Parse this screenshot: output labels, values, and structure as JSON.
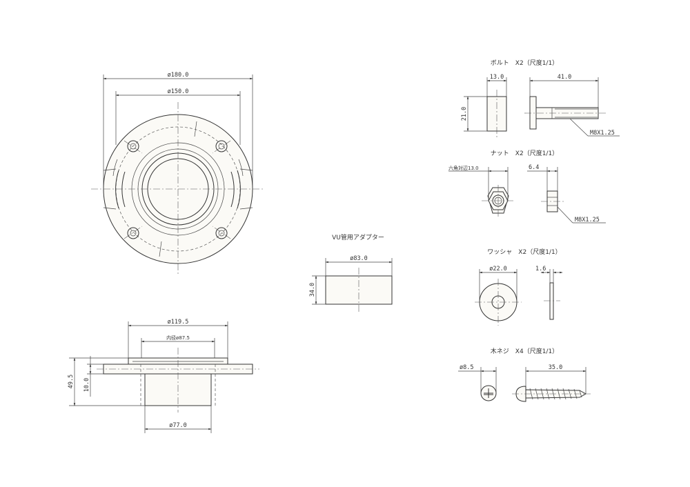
{
  "flange": {
    "dim_outer": "ø180.0",
    "dim_pcd": "ø150.0",
    "dim_top": "ø119.5",
    "dim_inner": "内径ø87.5",
    "dim_bottom": "ø77.0",
    "dim_height": "49.5",
    "dim_thickness": "10.0"
  },
  "adapter": {
    "title": "VU管用アダプター",
    "dim_dia": "ø83.0",
    "dim_height": "34.0"
  },
  "bolt": {
    "title": "ボルト　X2（尺度1/1）",
    "dim_head": "13.0",
    "dim_length": "41.0",
    "dim_height": "21.0",
    "thread": "M8X1.25"
  },
  "nut": {
    "title": "ナット　X2（尺度1/1）",
    "dim_width": "六角対辺13.0",
    "dim_thick": "6.4",
    "thread": "M8X1.25"
  },
  "washer": {
    "title": "ワッシャ　X2（尺度1/1）",
    "dim_dia": "ø22.0",
    "dim_thick": "1.6"
  },
  "screw": {
    "title": "木ネジ　X4（尺度1/1）",
    "dim_dia": "ø8.5",
    "dim_length": "35.0"
  }
}
